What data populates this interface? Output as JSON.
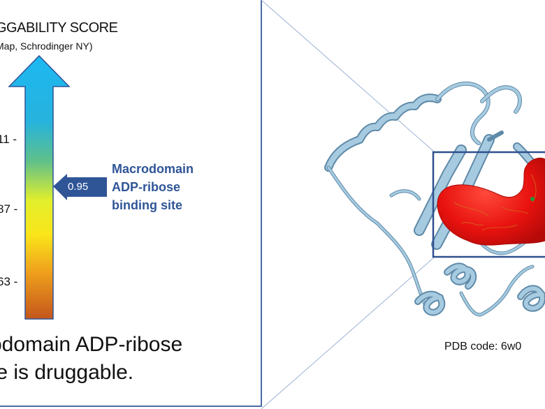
{
  "score_title": "GGABILITY SCORE",
  "score_subtitle": "Map, Schrodinger NY)",
  "ticks": [
    {
      "label": "11 -"
    },
    {
      "label": "87 -"
    },
    {
      "label": "63 -"
    }
  ],
  "site_value": "0.95",
  "site_label": [
    "Macrodomain",
    "ADP-ribose",
    "binding site"
  ],
  "conclusion": [
    "odomain ADP-ribose",
    "te is druggable."
  ],
  "pdb_label": "PDB code: 6w0",
  "colors": {
    "accent_blue": "#2f5597",
    "panel_border": "#4a6aa5",
    "pocket_red": "#e81010",
    "ribbon_blue": "#8bb5cf",
    "gradient_top": "#1fb6ef",
    "gradient_mid": "#f3ef2a",
    "gradient_bottom": "#c4581a"
  },
  "icons": [
    "up-arrow-gradient-icon",
    "pointer-arrow-icon",
    "protein-ribbon-icon",
    "binding-pocket-icon"
  ]
}
